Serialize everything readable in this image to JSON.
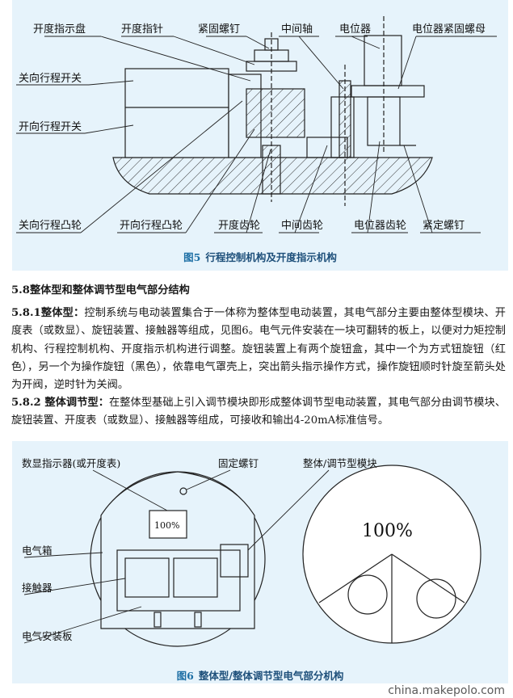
{
  "figure5": {
    "labels": {
      "dial": "开度指示盘",
      "pointer": "开度指针",
      "screw": "紧固螺钉",
      "shaft": "中间轴",
      "pot": "电位器",
      "pot_nut": "电位器紧固螺母",
      "close_switch": "关向行程开关",
      "open_switch": "开向行程开关",
      "close_cam": "关向行程凸轮",
      "open_cam": "开向行程凸轮",
      "open_gear": "开度齿轮",
      "mid_gear": "中间齿轮",
      "pot_gear": "电位器齿轮",
      "set_screw": "紧定螺钉"
    },
    "caption_num": "图5",
    "caption_text": "行程控制机构及开度指示机构"
  },
  "section": {
    "heading": "5.8整体型和整体调节型电气部分结构",
    "p1_label": "5.8.1整体型：",
    "p1_text": "控制系统与电动装置集合于一体称为整体型电动装置，其电气部分主要由整体型模块、开度表（或数显）、旋钮装置、接触器等组成，见图6。电气元件安装在一块可翻转的板上，以便对力矩控制机构、行程控制机构、开度指示机构进行调整。旋钮装置上有两个旋钮盒，其中一个为方式钮旋钮（红色），另一个为操作旋钮（黑色），依靠电气罩壳上，突出箭头指示操作方式，操作旋钮顺时针旋至箭头处为开阀，逆时针为关阀。",
    "p2_label": "5.8.2 整体调节型：",
    "p2_text": "在整体型基础上引入调节模块即形成整体调节型电动装置，其电气部分由调节模块、旋钮装置、开度表（或数显）、接触器等组成，可接收和输出4-20mA标准信号。"
  },
  "figure6": {
    "labels": {
      "display": "数显指示器(或开度表)",
      "fix_screw": "固定螺钉",
      "module": "整体/调节型模块",
      "box": "电气箱",
      "contactor": "接触器",
      "plate": "电气安装板"
    },
    "display_value": "100%",
    "display_value_big": "100%",
    "caption_num": "图6",
    "caption_text": "整体型/整体调节型电气部分机构"
  },
  "watermark": "china.makepolo.com",
  "colors": {
    "panel_bg": "#e6f3fb",
    "caption_num": "#1d6fa5",
    "caption_text": "#1d4f7a"
  }
}
